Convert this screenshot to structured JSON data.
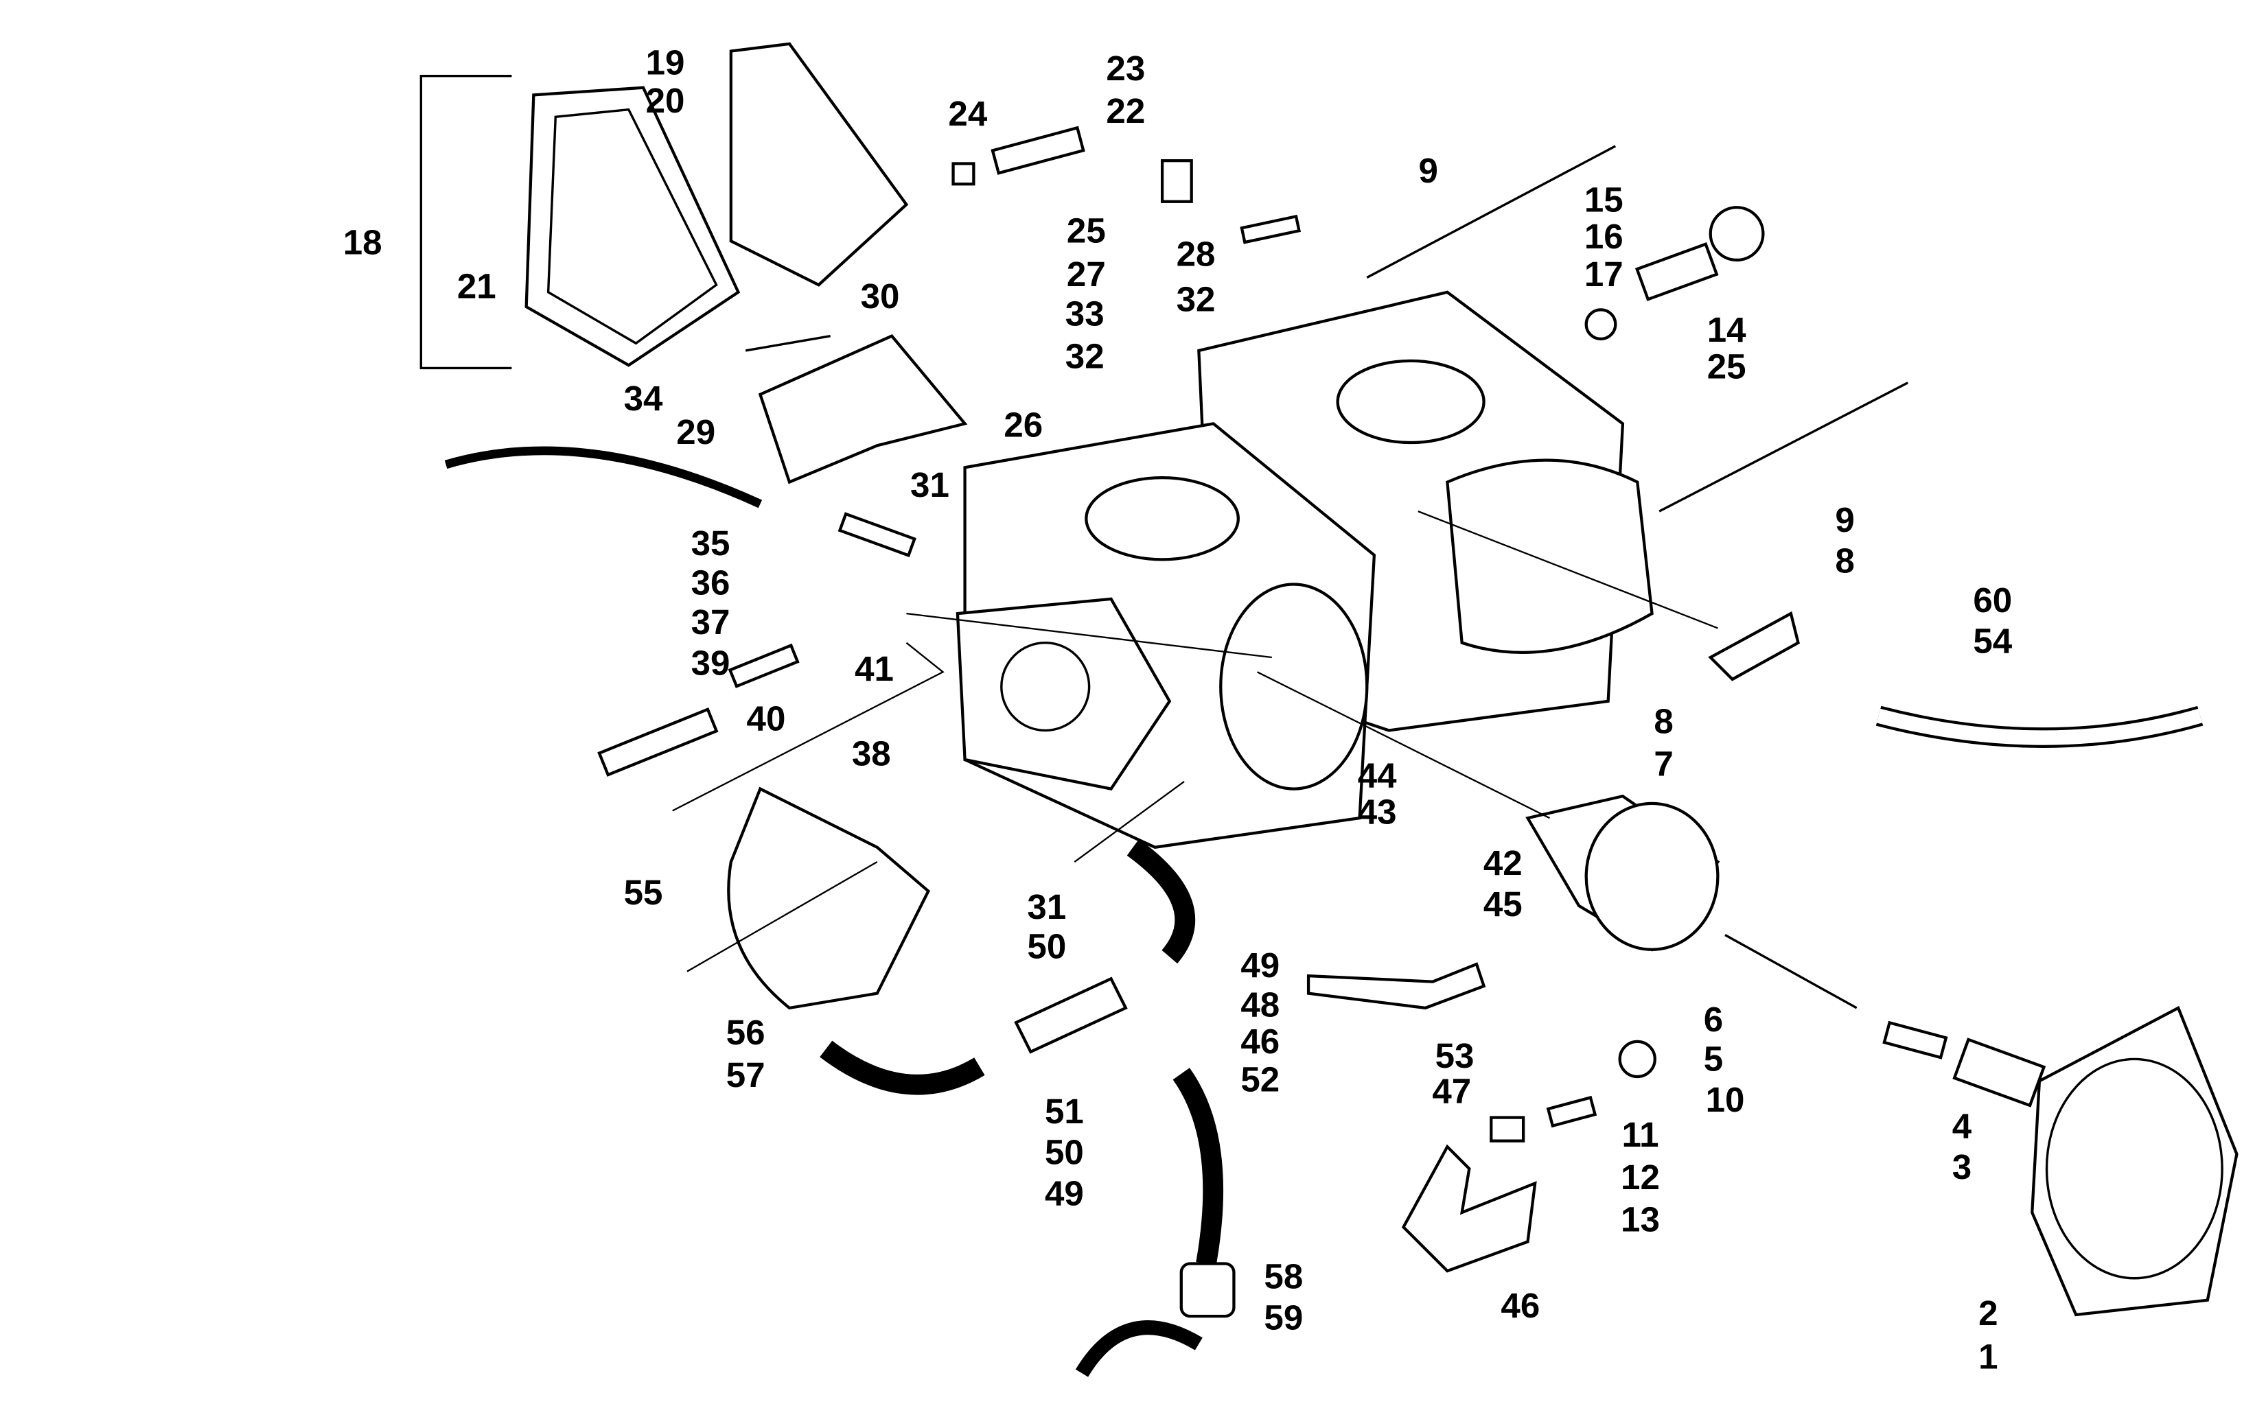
{
  "diagram": {
    "type": "exploded parts diagram",
    "line_color": "#000000",
    "background": "#ffffff",
    "callouts": [
      "19",
      "20",
      "18",
      "21",
      "34",
      "24",
      "23",
      "22",
      "25",
      "27",
      "28",
      "33",
      "32",
      "32",
      "30",
      "29",
      "26",
      "31",
      "9",
      "15",
      "16",
      "17",
      "14",
      "25",
      "9",
      "8",
      "60",
      "54",
      "8",
      "7",
      "35",
      "36",
      "37",
      "39",
      "41",
      "40",
      "38",
      "44",
      "43",
      "42",
      "45",
      "55",
      "31",
      "50",
      "49",
      "48",
      "46",
      "53",
      "6",
      "5",
      "10",
      "11",
      "12",
      "13",
      "47",
      "46",
      "4",
      "3",
      "56",
      "57",
      "51",
      "50",
      "49",
      "52",
      "58",
      "59",
      "2",
      "1"
    ]
  }
}
